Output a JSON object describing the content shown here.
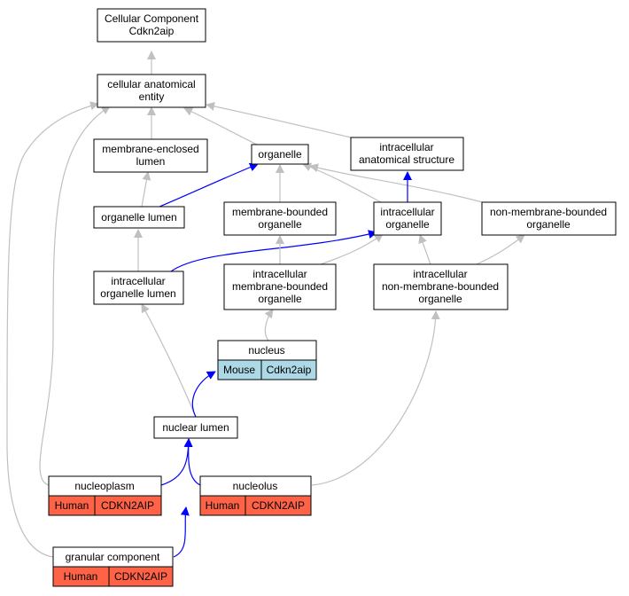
{
  "colors": {
    "edge_gray": "#c0c0c0",
    "edge_blue": "#0000ff",
    "node_border": "#000000",
    "node_fill": "#ffffff",
    "mouse_fill": "#add8e6",
    "human_fill": "#ff6347"
  },
  "nodes": {
    "cc_root": {
      "lines": [
        "Cellular Component",
        "Cdkn2aip"
      ]
    },
    "cae": {
      "lines": [
        "cellular anatomical",
        "entity"
      ]
    },
    "mel": {
      "lines": [
        "membrane-enclosed",
        "lumen"
      ]
    },
    "organelle": {
      "lines": [
        "organelle"
      ]
    },
    "ias": {
      "lines": [
        "intracellular",
        "anatomical structure"
      ]
    },
    "org_lumen": {
      "lines": [
        "organelle lumen"
      ]
    },
    "mbo": {
      "lines": [
        "membrane-bounded",
        "organelle"
      ]
    },
    "io": {
      "lines": [
        "intracellular",
        "organelle"
      ]
    },
    "nmbo": {
      "lines": [
        "non-membrane-bounded",
        "organelle"
      ]
    },
    "iol": {
      "lines": [
        "intracellular",
        "organelle lumen"
      ]
    },
    "imbo": {
      "lines": [
        "intracellular",
        "membrane-bounded",
        "organelle"
      ]
    },
    "inmbo": {
      "lines": [
        "intracellular",
        "non-membrane-bounded",
        "organelle"
      ]
    },
    "nucleus": {
      "lines": [
        "nucleus"
      ],
      "cells": [
        "Mouse",
        "Cdkn2aip"
      ]
    },
    "nuclear_lumen": {
      "lines": [
        "nuclear lumen"
      ]
    },
    "nucleoplasm": {
      "lines": [
        "nucleoplasm"
      ],
      "cells": [
        "Human",
        "CDKN2AIP"
      ]
    },
    "nucleolus": {
      "lines": [
        "nucleolus"
      ],
      "cells": [
        "Human",
        "CDKN2AIP"
      ]
    },
    "granular": {
      "lines": [
        "granular component"
      ],
      "cells": [
        "Human",
        "CDKN2AIP"
      ]
    }
  }
}
